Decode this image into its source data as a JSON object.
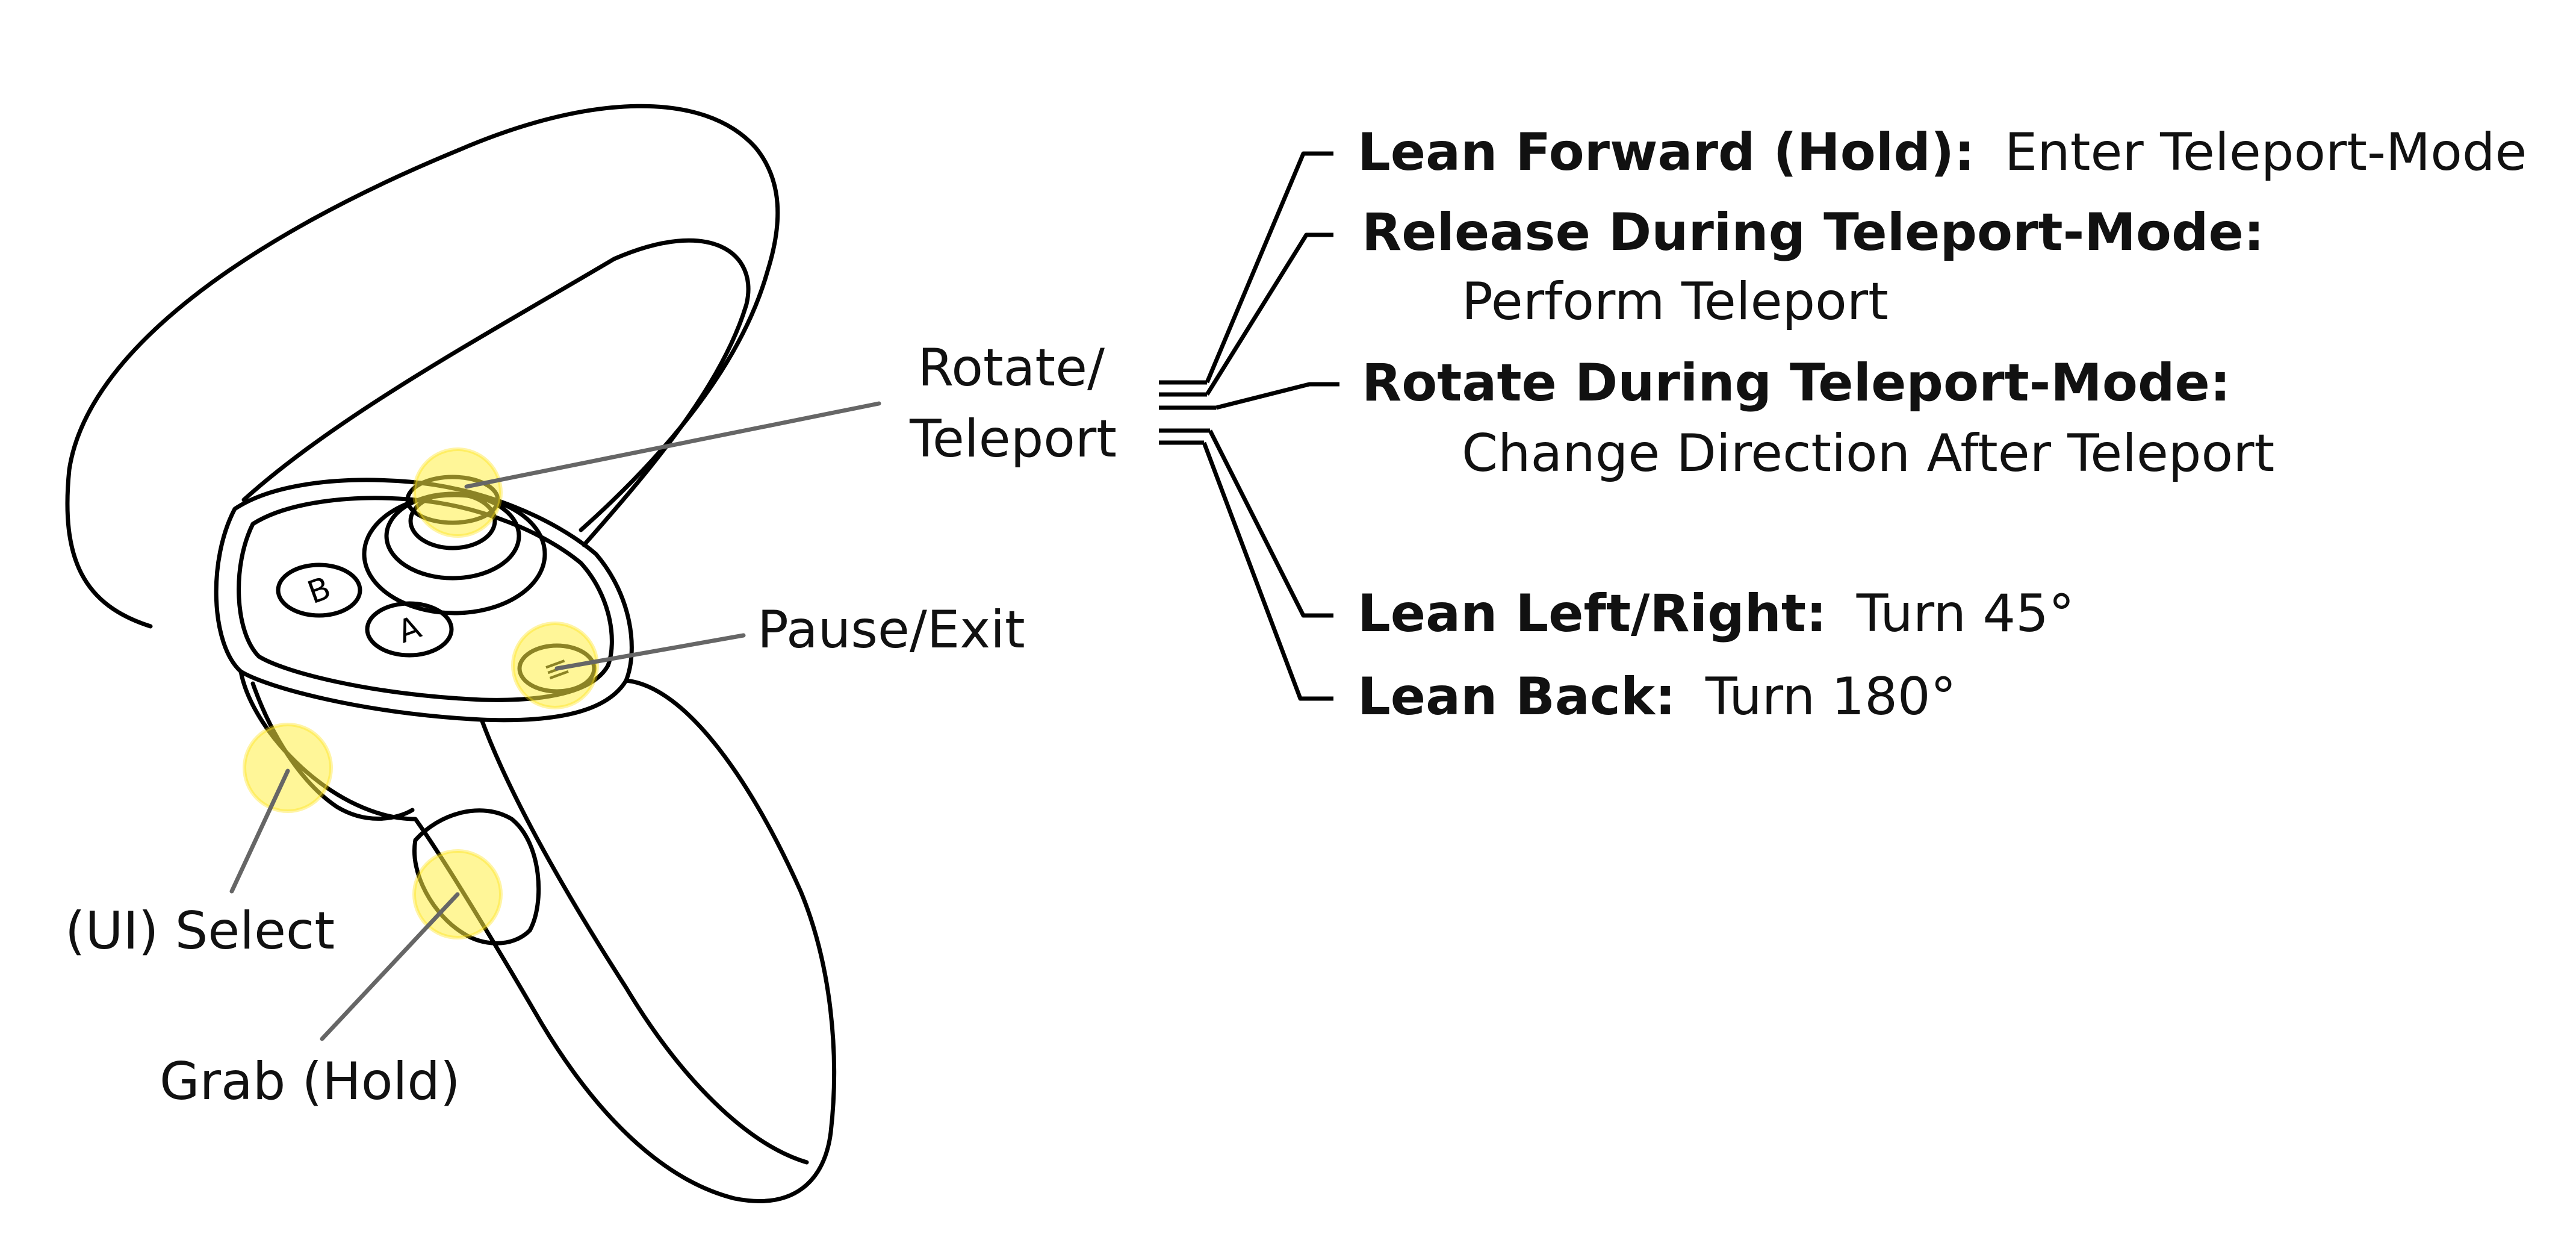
{
  "colors": {
    "line": "#000000",
    "leader": "#666666",
    "highlight": "#ffee44",
    "text": "#111111"
  },
  "controller": {
    "buttons": {
      "b_letter": "B",
      "a_letter": "A",
      "menu_letter": "≡"
    }
  },
  "callouts": {
    "rotate_teleport_line1": "Rotate/",
    "rotate_teleport_line2": "Teleport",
    "pause_exit": "Pause/Exit",
    "ui_select": "(UI) Select",
    "grab_hold": "Grab (Hold)"
  },
  "actions": [
    {
      "label": "Lean Forward (Hold):",
      "desc": "Enter Teleport-Mode"
    },
    {
      "label": "Release During Teleport-Mode:",
      "desc": "Perform Teleport"
    },
    {
      "label": "Rotate During Teleport-Mode:",
      "desc": "Change Direction After Teleport"
    },
    {
      "label": "Lean Left/Right:",
      "desc": "Turn 45°"
    },
    {
      "label": "Lean Back:",
      "desc": "Turn 180°"
    }
  ]
}
